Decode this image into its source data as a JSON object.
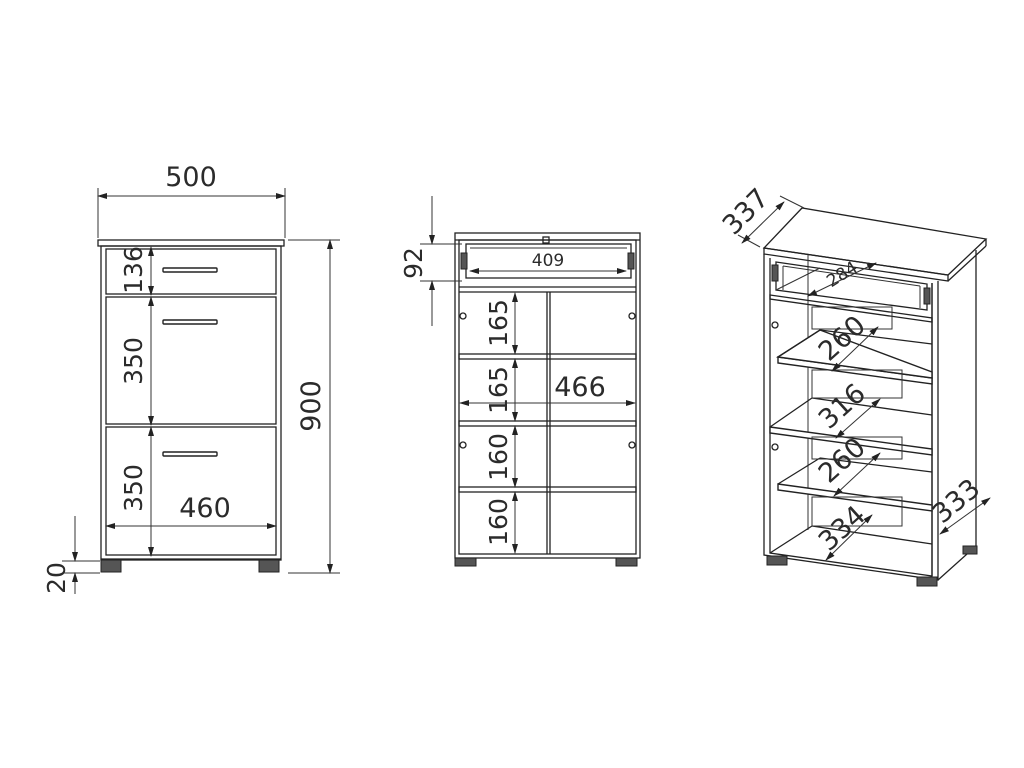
{
  "front_view": {
    "width": "500",
    "height": "900",
    "drawer_height": "136",
    "door_upper_height": "350",
    "door_lower_height": "350",
    "inner_width": "460",
    "foot_height": "20"
  },
  "open_view": {
    "drawer_height": "92",
    "drawer_inner_width": "409",
    "shelf_gap_1": "165",
    "shelf_gap_2": "165",
    "shelf_gap_3": "160",
    "shelf_gap_4": "160",
    "inner_width": "466"
  },
  "perspective_view": {
    "depth": "337",
    "drawer_depth": "284",
    "shelf_depth_1": "260",
    "shelf_depth_2": "316",
    "shelf_depth_3": "260",
    "bottom_depth": "334",
    "side_depth": "333"
  }
}
